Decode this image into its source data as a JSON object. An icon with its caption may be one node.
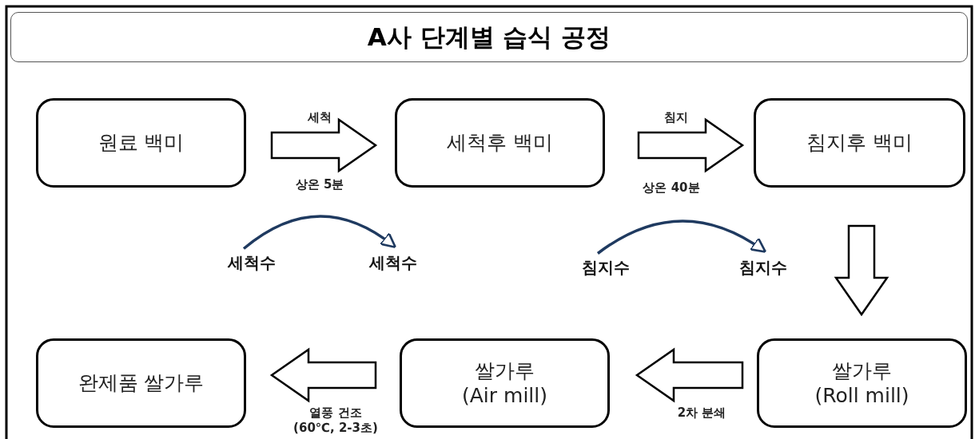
{
  "diagram": {
    "title": "A사 단계별 습식 공정",
    "nodes": [
      {
        "text": [
          "원료 백미"
        ]
      },
      {
        "text": [
          "세척후 백미"
        ]
      },
      {
        "text": [
          "침지후 백미"
        ]
      },
      {
        "text": [
          "세척수"
        ]
      },
      {
        "text": [
          "세척수"
        ]
      },
      {
        "text": [
          "침지수"
        ]
      },
      {
        "text": [
          "침지수"
        ]
      },
      {
        "text": [
          "완제품 쌀가루"
        ]
      },
      {
        "text": [
          "쌀가루",
          "(Air mill)"
        ]
      },
      {
        "text": [
          "쌀가루",
          "(Roll mill)"
        ]
      }
    ],
    "edges": [
      {
        "from": 0,
        "to": 1,
        "arrow": "to",
        "label": "세척"
      },
      {
        "from": 1,
        "to": 2,
        "arrow": "to",
        "label": "침지"
      },
      {
        "from": 2,
        "to": 9,
        "arrow": "to"
      },
      {
        "from": 9,
        "to": 8,
        "arrow": "to",
        "label": "2차 분쇄"
      },
      {
        "from": 8,
        "to": 7,
        "arrow": "to",
        "label": "열풍 건조 (60℃, 2-3초)"
      },
      {
        "from": 3,
        "to": 4,
        "arrow": "to",
        "color": "#1f3a60"
      },
      {
        "from": 5,
        "to": 6,
        "arrow": "to",
        "color": "#1f3a60"
      }
    ],
    "labels": [
      "상온 5분",
      "상온 40분"
    ]
  }
}
